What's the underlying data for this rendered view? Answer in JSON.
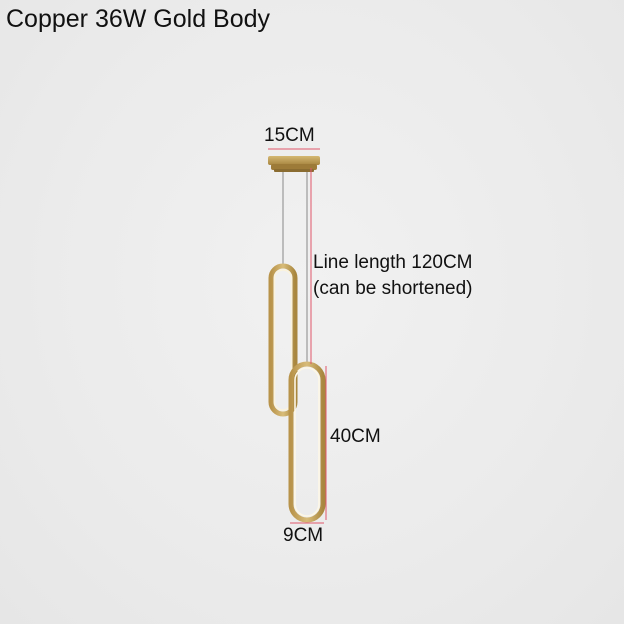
{
  "title": "Copper 36W Gold Body",
  "dimensions": {
    "canopy_width": "15CM",
    "line_length_line1": "Line length 120CM",
    "line_length_line2": "(can be shortened)",
    "ring_height": "40CM",
    "ring_width": "9CM"
  },
  "colors": {
    "background": "#ebebeb",
    "gold": "#c6a55c",
    "dimension_line": "#e0566a"
  }
}
